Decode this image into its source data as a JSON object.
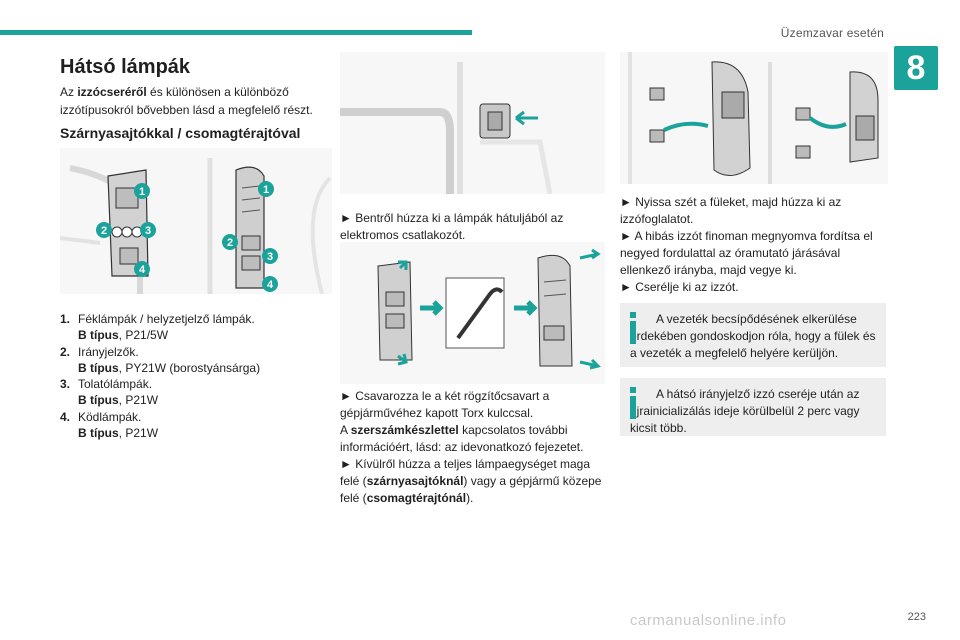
{
  "header": {
    "section_title": "Üzemzavar esetén",
    "chapter_number": "8"
  },
  "page": {
    "number": "223",
    "watermark": "carmanualsonline.info"
  },
  "title": "Hátsó lámpák",
  "intro": {
    "pre": "Az ",
    "bold": "izzócseréről",
    "post": " és különösen a különböző izzótípusokról bővebben lásd a megfelelő részt."
  },
  "subtitle": "Szárnyasajtókkal / csomagtérajtóval",
  "figure_labels": [
    "1",
    "2",
    "3",
    "4"
  ],
  "legend": [
    {
      "num": "1.",
      "name": "Féklámpák / helyzetjelző lámpák.",
      "type_label": "B típus",
      "type_value": ", P21/5W"
    },
    {
      "num": "2.",
      "name": "Irányjelzők.",
      "type_label": "B típus",
      "type_value": ", PY21W (borostyánsárga)"
    },
    {
      "num": "3.",
      "name": "Tolatólámpák.",
      "type_label": "B típus",
      "type_value": ", P21W"
    },
    {
      "num": "4.",
      "name": "Ködlámpák.",
      "type_label": "B típus",
      "type_value": ", P21W"
    }
  ],
  "col2": {
    "step1": "► Bentről húzza ki a lámpák hátuljából az elektromos csatlakozót.",
    "step2": "► Csavarozza le a két rögzítőcsavart a gépjárművéhez kapott Torx kulccsal.",
    "tool_pre": "A ",
    "tool_bold": "szerszámkészlettel",
    "tool_post": " kapcsolatos további információért, lásd: az idevonatkozó fejezetet.",
    "step3_pre": "► Kívülről húzza a teljes lámpaegységet maga felé (",
    "step3_bold1": "szárnyasajtóknál",
    "step3_mid": ") vagy a gépjármű közepe felé (",
    "step3_bold2": "csomagtérajtónál",
    "step3_post": ")."
  },
  "col3": {
    "step1": "► Nyissa szét a füleket, majd húzza ki az izzófoglalatot.",
    "step2": "► A hibás izzót finoman megnyomva fordítsa el negyed fordulattal az óramutató járásával ellenkező irányba, majd vegye ki.",
    "step3": "► Cserélje ki az izzót."
  },
  "notes": [
    "A vezeték becsípődésének elkerülése érdekében gondoskodjon róla, hogy a fülek és a vezeték a megfelelő helyére kerüljön.",
    "A hátsó irányjelző izzó cseréje után az újrainicializálás ideje körülbelül 2 perc vagy kicsit több."
  ],
  "colors": {
    "accent": "#1ba39b",
    "note_bg": "#eeeeee"
  },
  "icons": [
    "info-icon",
    "arrow-icon",
    "torx-key-icon"
  ]
}
